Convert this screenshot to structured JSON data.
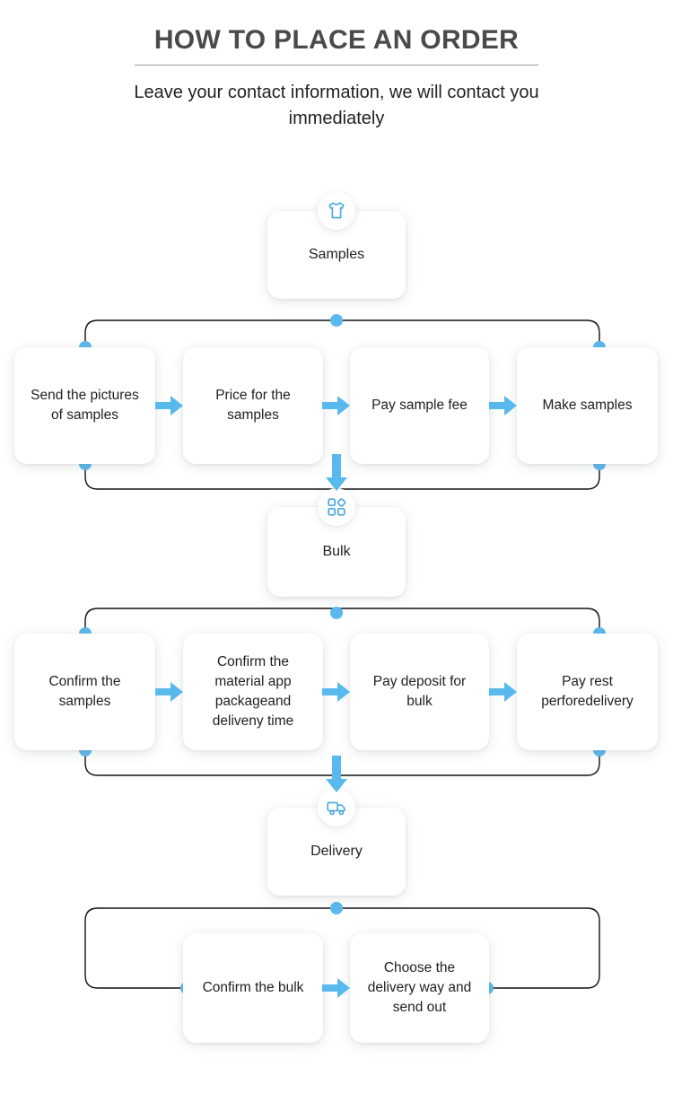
{
  "header": {
    "title": "HOW TO PLACE AN ORDER",
    "subtitle": "Leave your contact information, we will contact you immediately"
  },
  "colors": {
    "accent": "#5ab9ec",
    "arrow": "#58b9ec",
    "line": "#111111",
    "title": "#4a4a4a",
    "text": "#1f1f1f",
    "card": "#ffffff"
  },
  "stages": [
    {
      "label": "Samples",
      "icon": "tshirt-icon"
    },
    {
      "label": "Bulk",
      "icon": "grid-blocks-icon"
    },
    {
      "label": "Delivery",
      "icon": "truck-icon"
    }
  ],
  "rows": [
    {
      "name": "samples-row",
      "steps": [
        {
          "label": "Send the pictures of samples"
        },
        {
          "label": "Price for the samples"
        },
        {
          "label": "Pay sample fee"
        },
        {
          "label": "Make samples"
        }
      ]
    },
    {
      "name": "bulk-row",
      "steps": [
        {
          "label": "Confirm the samples"
        },
        {
          "label": "Confirm the material app packageand deliveny time"
        },
        {
          "label": "Pay deposit for bulk"
        },
        {
          "label": "Pay rest perforedelivery"
        }
      ]
    },
    {
      "name": "delivery-row",
      "steps": [
        {
          "label": "Confirm the bulk"
        },
        {
          "label": "Choose the delivery way and send out"
        }
      ]
    }
  ]
}
